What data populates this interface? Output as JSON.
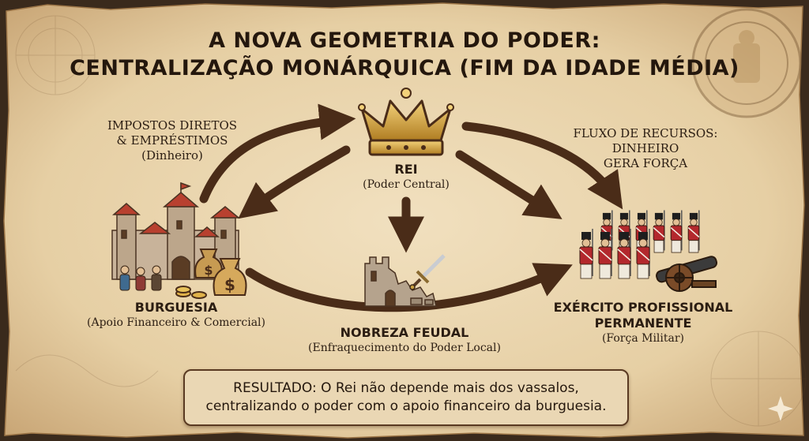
{
  "title": {
    "line1": "A NOVA GEOMETRIA DO PODER:",
    "line2": "CENTRALIZAÇÃO MONÁRQUICA (FIM DA IDADE MÉDIA)"
  },
  "nodes": {
    "rei": {
      "name": "REI",
      "subtitle": "(Poder Central)"
    },
    "burguesia": {
      "name": "BURGUESIA",
      "subtitle": "(Apoio Financeiro & Comercial)"
    },
    "nobreza": {
      "name": "NOBREZA FEUDAL",
      "subtitle": "(Enfraquecimento do Poder Local)"
    },
    "exercito": {
      "name_line1": "EXÉRCITO PROFISSIONAL",
      "name_line2": "PERMANENTE",
      "subtitle": "(Força Militar)"
    }
  },
  "annotations": {
    "left": {
      "line1": "IMPOSTOS DIRETOS",
      "line2": "& EMPRÉSTIMOS",
      "line3": "(Dinheiro)"
    },
    "right": {
      "line1": "FLUXO DE RECURSOS:",
      "line2": "DINHEIRO",
      "line3": "GERA FORÇA"
    }
  },
  "result": {
    "line1": "RESULTADO: O Rei não depende mais dos vassalos,",
    "line2": "centralizando o poder com o apoio financeiro da burguesia."
  },
  "colors": {
    "parchment": "#e8d3ad",
    "ink": "#2b1d12",
    "arrow": "#4a2c18",
    "gold": "#d9a93a",
    "redcoat": "#b3282d"
  },
  "icons": [
    "crown-icon",
    "castle-icon",
    "money-bag-icon",
    "ruined-tower-icon",
    "sword-icon",
    "soldiers-icon",
    "cannon-icon",
    "royal-seal-icon",
    "sparkle-icon"
  ]
}
